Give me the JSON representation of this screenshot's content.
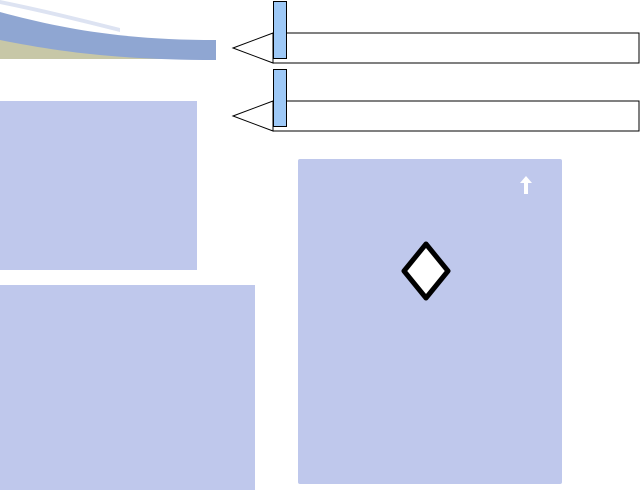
{
  "icons": {
    "swoosh": "swoosh-decoration",
    "slider_tip": "pencil-tip-icon",
    "up_arrow": "up-arrow-icon",
    "diamond": "diamond-icon"
  },
  "colors": {
    "panel": "#bfc8ec",
    "thumb": "#9ec9f7",
    "swoosh_blue": "#8fa6d2",
    "swoosh_tan": "#c7c7a7",
    "outline": "#000000",
    "white": "#ffffff"
  },
  "sliders": [
    {
      "name": "slider-1",
      "value": 0.0
    },
    {
      "name": "slider-2",
      "value": 0.0
    }
  ]
}
